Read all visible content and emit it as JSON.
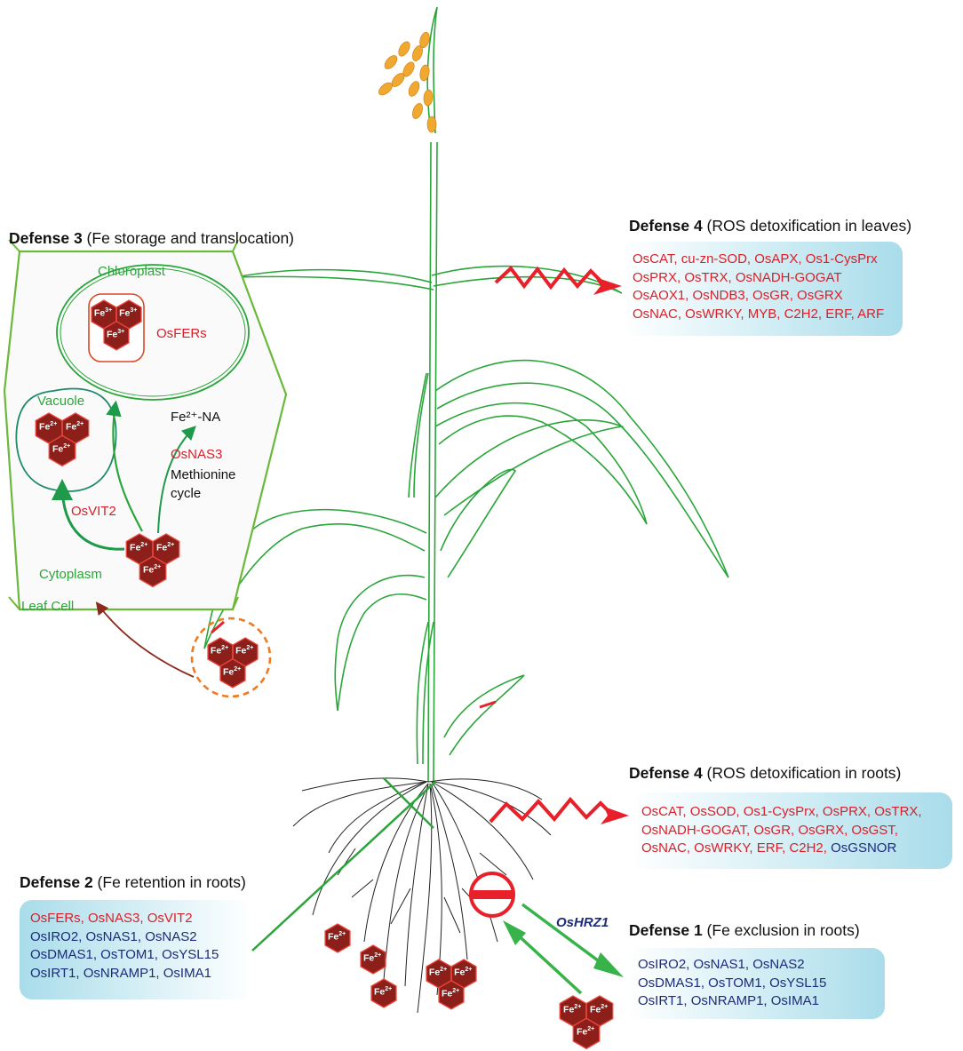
{
  "defense3": {
    "title_bold": "Defense 3",
    "title_rest": " (Fe storage and translocation)",
    "chloroplast": "Chloroplast",
    "osfers": "OsFERs",
    "vacuole": "Vacuole",
    "fe_na": "Fe²⁺-NA",
    "osnas3": "OsNAS3",
    "methionine": "Methionine",
    "cycle": "cycle",
    "osvit2": "OsVIT2",
    "cytoplasm": "Cytoplasm",
    "leaf_cell": "Leaf Cell"
  },
  "defense4_leaves": {
    "title_bold": "Defense 4",
    "title_rest": " (ROS detoxification in leaves)",
    "lines": [
      "OsCAT, cu-zn-SOD, OsAPX, Os1-CysPrx",
      "OsPRX, OsTRX, OsNADH-GOGAT",
      "OsAOX1, OsNDB3, OsGR, OsGRX",
      "OsNAC, OsWRKY, MYB, C2H2,  ERF, ARF"
    ]
  },
  "defense4_roots": {
    "title_bold": "Defense 4",
    "title_rest": " (ROS detoxification in roots)",
    "lines": [
      "OsCAT, OsSOD, Os1-CysPrx, OsPRX, OsTRX,",
      "OsNADH-GOGAT, OsGR, OsGRX, OsGST,"
    ],
    "last_line_red": "OsNAC, OsWRKY, ERF, C2H2, ",
    "last_line_navy": "OsGSNOR"
  },
  "defense2": {
    "title_bold": "Defense 2",
    "title_rest": " (Fe retention in roots)",
    "red_line": "OsFERs, OsNAS3, OsVIT2",
    "navy_lines": [
      "OsIRO2, OsNAS1, OsNAS2",
      "OsDMAS1, OsTOM1, OsYSL15",
      "OsIRT1, OsNRAMP1, OsIMA1"
    ]
  },
  "defense1": {
    "title_bold": "Defense 1",
    "title_rest": " (Fe exclusion in roots)",
    "oshrz1": "OsHRZ1",
    "lines": [
      "OsIRO2, OsNAS1, OsNAS2",
      "OsDMAS1, OsTOM1, OsYSL15",
      "OsIRT1, OsNRAMP1, OsIMA1"
    ]
  },
  "ions": {
    "fe3": "Fe",
    "fe3_charge": "3+",
    "fe2": "Fe",
    "fe2_charge": "2+"
  },
  "colors": {
    "hex_fill": "#8c1f1a",
    "hex_stroke": "#e8443a",
    "plant_green": "#2aa53a",
    "box_blue": "#b8e3ef",
    "ros_red": "#e8202a",
    "navy": "#1c2b7a",
    "grain": "#f0a830",
    "dashed_orange": "#ef7a22"
  },
  "icons": [
    "hexagon-ion-cluster",
    "zigzag-ros-arrow",
    "inhibit-symbol",
    "rice-plant",
    "root-system"
  ]
}
